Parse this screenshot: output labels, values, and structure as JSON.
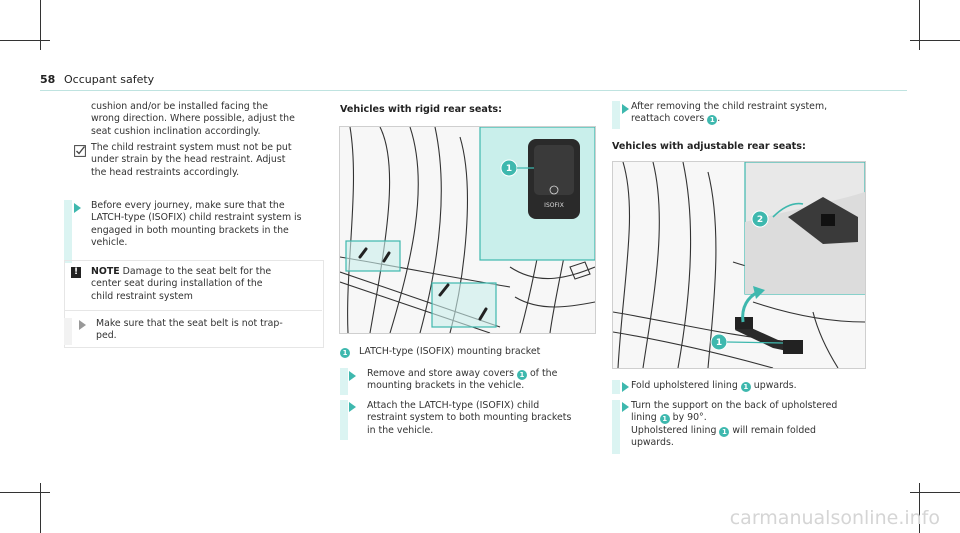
{
  "header": {
    "page_number": "58",
    "section_title": "Occupant safety"
  },
  "left_column": {
    "intro_lines": [
      "cushion and/or be installed facing the",
      "wrong direction. Where possible, adjust the",
      "seat cushion inclination accordingly."
    ],
    "check_lines": [
      "The child restraint system must not be put",
      "under strain by the head restraint. Adjust",
      "the head restraints accordingly."
    ],
    "step_lines": [
      "Before every journey, make sure that the",
      "LATCH-type (ISOFIX) child restraint system is",
      "engaged in both mounting brackets in the",
      "vehicle."
    ],
    "note": {
      "label": "NOTE",
      "first_line_rest": "Damage to the seat belt for the",
      "lines": [
        "center seat during installation of the",
        "child restraint system"
      ],
      "action_lines": [
        "Make sure that the seat belt is not trap-",
        "ped."
      ]
    }
  },
  "middle_column": {
    "heading": "Vehicles with rigid rear seats:",
    "figure": {
      "callout": "1",
      "emblem_text": "ISOFIX"
    },
    "caption_badge": "1",
    "caption": "LATCH-type (ISOFIX) mounting bracket",
    "step1": {
      "l1_pre": "Remove and store away covers",
      "badge": "1",
      "l1_post": "of the",
      "l2": "mounting brackets in the vehicle."
    },
    "step2_lines": [
      "Attach the LATCH-type (ISOFIX) child",
      "restraint system to both mounting brackets",
      "in the vehicle."
    ]
  },
  "right_column": {
    "step_top": {
      "l1": "After removing the child restraint system,",
      "l2_pre": "reattach covers",
      "badge": "1",
      "l2_post": "."
    },
    "heading": "Vehicles with adjustable rear seats:",
    "figure": {
      "callout_1": "1",
      "callout_2": "2"
    },
    "step1": {
      "pre": "Fold upholstered lining",
      "badge": "1",
      "post": "upwards."
    },
    "step2": {
      "l1": "Turn the support on the back of upholstered",
      "l2_pre": "lining",
      "badge_a": "1",
      "l2_post": "by 90°.",
      "l3_pre": "Upholstered lining",
      "badge_b": "1",
      "l3_post": "will remain folded",
      "l4": "upwards."
    }
  },
  "watermark": "carmanualsonline.info",
  "colors": {
    "accent": "#3eb8ae",
    "bar": "#dbf4f2",
    "highlight": "#c9efeb"
  }
}
